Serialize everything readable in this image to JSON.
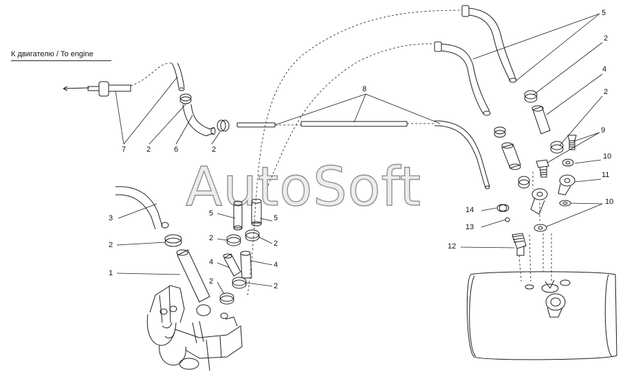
{
  "engine_label": "К двигателю / To engine",
  "watermark": "AutoSoft",
  "callouts": [
    {
      "id": "c5a",
      "text": "5"
    },
    {
      "id": "c2a",
      "text": "2"
    },
    {
      "id": "c4a",
      "text": "4"
    },
    {
      "id": "c2b",
      "text": "2"
    },
    {
      "id": "c9",
      "text": "9"
    },
    {
      "id": "c10a",
      "text": "10"
    },
    {
      "id": "c11",
      "text": "11"
    },
    {
      "id": "c10b",
      "text": "10"
    },
    {
      "id": "c8",
      "text": "8"
    },
    {
      "id": "c14",
      "text": "14"
    },
    {
      "id": "c13",
      "text": "13"
    },
    {
      "id": "c12",
      "text": "12"
    },
    {
      "id": "c7",
      "text": "7"
    },
    {
      "id": "c2c",
      "text": "2"
    },
    {
      "id": "c6",
      "text": "6"
    },
    {
      "id": "c2d",
      "text": "2"
    },
    {
      "id": "c3",
      "text": "3"
    },
    {
      "id": "c2e",
      "text": "2"
    },
    {
      "id": "c1",
      "text": "1"
    },
    {
      "id": "c5b",
      "text": "5"
    },
    {
      "id": "c5c",
      "text": "5"
    },
    {
      "id": "c2f",
      "text": "2"
    },
    {
      "id": "c2g",
      "text": "2"
    },
    {
      "id": "c4b",
      "text": "4"
    },
    {
      "id": "c4c",
      "text": "4"
    },
    {
      "id": "c2h",
      "text": "2"
    },
    {
      "id": "c2i",
      "text": "2"
    }
  ],
  "colors": {
    "line": "#1a1a1a",
    "background": "#ffffff"
  }
}
